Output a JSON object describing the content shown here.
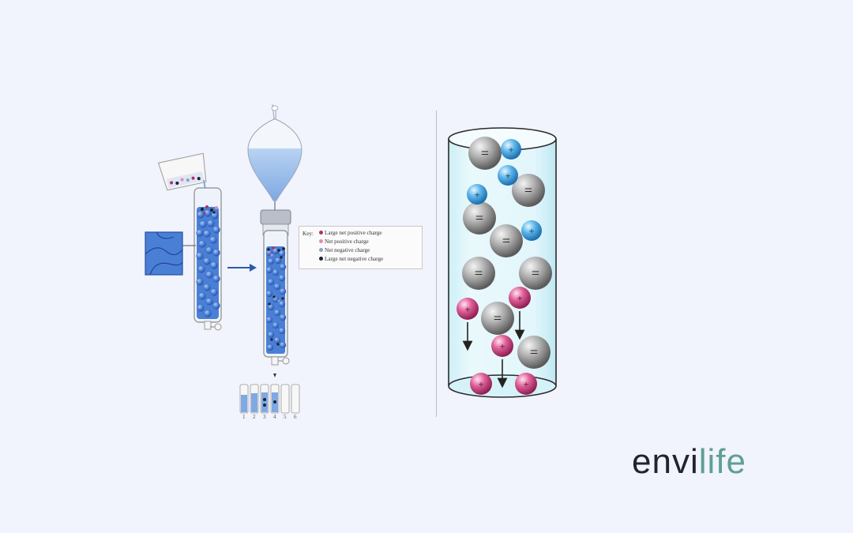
{
  "key": {
    "title": "Key:",
    "items": [
      {
        "label": "Large net positive charge",
        "color": "#b0306a"
      },
      {
        "label": "Net positive charge",
        "color": "#e08bb0"
      },
      {
        "label": "Net negative charge",
        "color": "#8aa0c8"
      },
      {
        "label": "Large net negative charge",
        "color": "#1c2233"
      }
    ]
  },
  "fraction_tubes": [
    "1",
    "2",
    "3",
    "4",
    "5",
    "6"
  ],
  "logo": {
    "part1": "envi",
    "part2": "life"
  },
  "colors": {
    "background": "#f1f3fd",
    "resin_blue": "#4a7fd6",
    "positive_pink": "#c8407a",
    "negative_gray": "#8c8c8c",
    "brand_green": "#5f9f93"
  }
}
